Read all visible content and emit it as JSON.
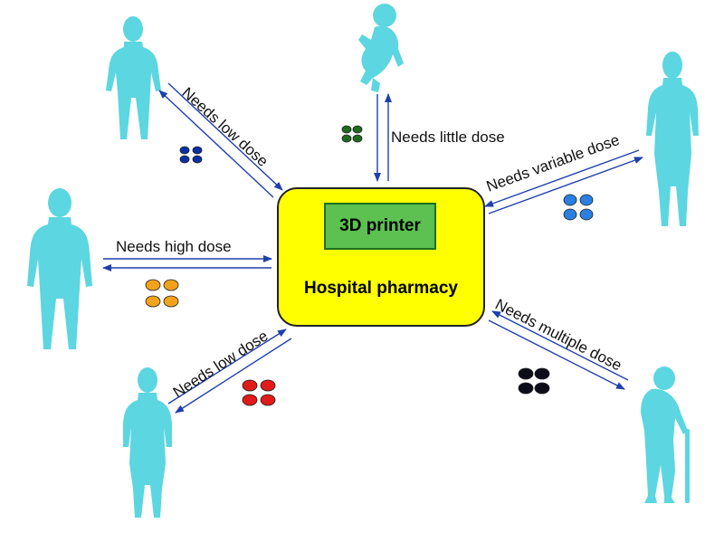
{
  "center": {
    "printer_label": "3D printer",
    "pharmacy_label": "Hospital pharmacy"
  },
  "links": [
    {
      "id": "top-left",
      "label": "Needs low dose",
      "pill_color": "#0b2fa6"
    },
    {
      "id": "top",
      "label": "Needs little dose",
      "pill_color": "#1e6b1e"
    },
    {
      "id": "top-right",
      "label": "Needs variable dose",
      "pill_color": "#2a7fe0"
    },
    {
      "id": "left",
      "label": "Needs high dose",
      "pill_color": "#f2a31b"
    },
    {
      "id": "bottom-left",
      "label": "Needs low dose",
      "pill_color": "#e11a1a"
    },
    {
      "id": "bottom-right",
      "label": "Needs multiple dose",
      "pill_color": "#0d0d1a"
    }
  ],
  "colors": {
    "person": "#5cd6e0",
    "arrow": "#1f3fae",
    "center_fill": "#ffff00",
    "printer_fill": "#5cc150"
  },
  "figures": [
    "adult-male-icon",
    "infant-icon",
    "adult-female-icon",
    "adult-male-icon",
    "adult-female-icon",
    "elderly-with-cane-icon"
  ]
}
